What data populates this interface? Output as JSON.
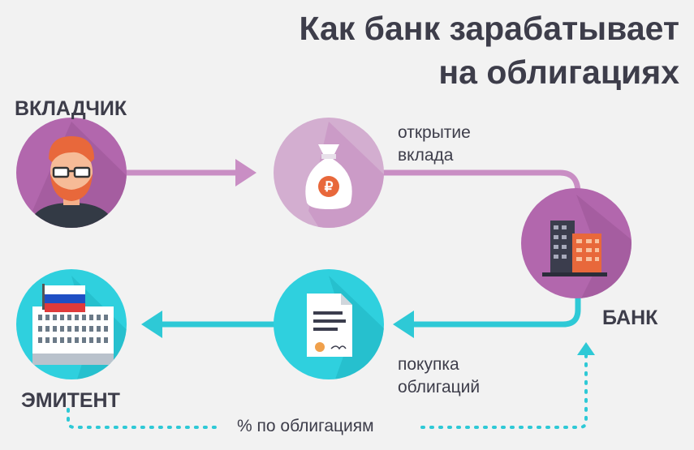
{
  "title_line1": "Как банк зарабатывает",
  "title_line2": "на облигациях",
  "nodes": {
    "depositor": "ВКЛАДЧИК",
    "bank": "БАНК",
    "issuer": "ЭМИТЕНТ"
  },
  "edges": {
    "deposit_line1": "открытие",
    "deposit_line2": "вклада",
    "purchase_line1": "покупка",
    "purchase_line2": "облигаций",
    "interest": "% по облигациям"
  },
  "colors": {
    "purple_arrow": "#c98ec4",
    "teal_arrow": "#2ec9d6",
    "purple_circle": "#b267ad",
    "teal_circle": "#2fd0de"
  }
}
